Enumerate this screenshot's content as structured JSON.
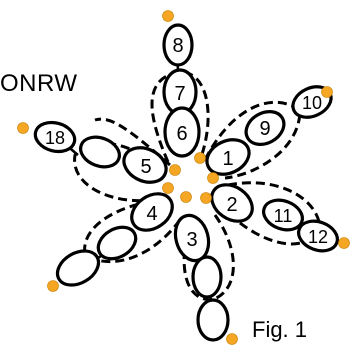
{
  "diagram": {
    "label": "ONRW",
    "caption": "Fig. 1",
    "ring_numbers": [
      "1",
      "2",
      "3",
      "4",
      "5",
      "6",
      "7",
      "8",
      "9",
      "10",
      "11",
      "12",
      "18"
    ],
    "colors": {
      "stroke": "#000000",
      "fill": "#ffffff",
      "picot": "#F5A623"
    }
  }
}
